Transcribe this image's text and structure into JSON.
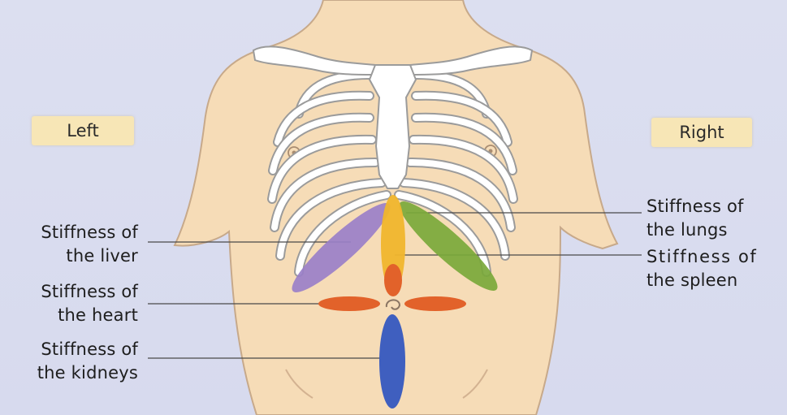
{
  "orientation": {
    "left_label": "Left",
    "right_label": "Right"
  },
  "callouts": {
    "liver": {
      "line1": "Stiffness of",
      "line2": "the liver",
      "color": "#9a7fc8"
    },
    "heart": {
      "line1": "Stiffness of",
      "line2": "the heart",
      "color": "#e2622a"
    },
    "kidneys": {
      "line1": "Stiffness of",
      "line2": "the kidneys",
      "color": "#3f5fbf"
    },
    "lungs": {
      "line1": "Stiffness of",
      "line2": "the lungs",
      "color": "#f0b52c"
    },
    "spleen": {
      "line1": "Stiffness of",
      "line2": "the spleen",
      "color": "#79a83a"
    }
  },
  "colors": {
    "background": "#d9dcef",
    "skin": "#f6dcb7",
    "skin_outline": "#c7a98a",
    "bone": "#ffffff",
    "bone_outline": "#9b9b9b",
    "label_badge": "#f7e6b6",
    "leader_line": "#4a4a4a"
  }
}
